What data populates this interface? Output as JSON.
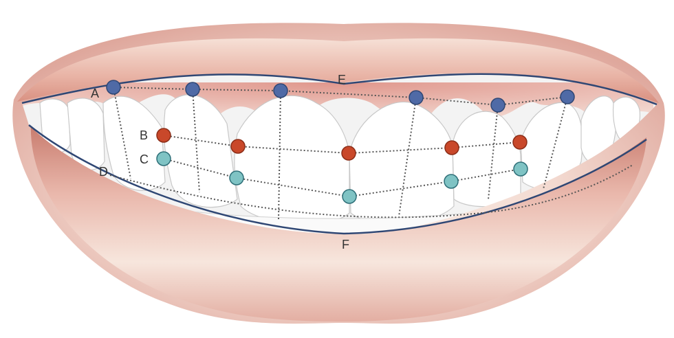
{
  "labels": {
    "A": "A",
    "B": "B",
    "C": "C",
    "D": "D",
    "E": "E",
    "F": "F"
  },
  "colors": {
    "lip": "#e8b7ac",
    "lip_dark": "#cf8a7e",
    "gum": "#e8a394",
    "tooth": "#ffffff",
    "tooth_outline": "#c8c8c8",
    "smile_line": "#2f4774",
    "dot_blue": "#4f6aa6",
    "dot_orange": "#c9482a",
    "dot_teal": "#7fc3c4",
    "dotted": "#555555"
  }
}
